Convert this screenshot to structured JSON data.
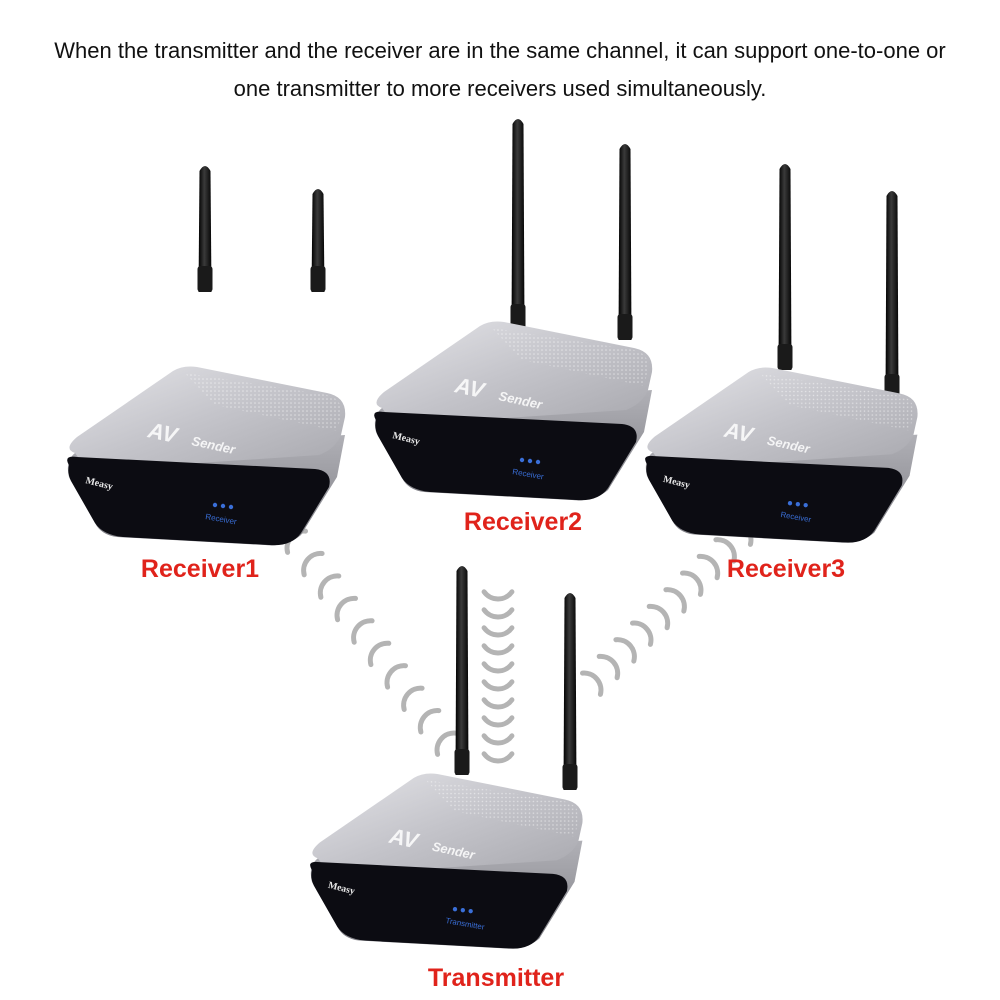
{
  "caption": {
    "line1": "When the transmitter and the receiver are in the same channel, it can support one-to-one or",
    "line2": "one transmitter to more receivers used simultaneously."
  },
  "colors": {
    "label": "#e0231b",
    "wave": "#b4b4b4",
    "antenna": "#111111",
    "body_top": "#c9c9cd",
    "body_side": "#9a9aa0",
    "front_panel": "#0c0c12",
    "led": "#3a6fd8"
  },
  "devices": [
    {
      "id": "receiver1",
      "label": "Receiver1",
      "brand": "Measy",
      "model_main": "AV",
      "model_sub": "Sender",
      "role_text": "Receiver"
    },
    {
      "id": "receiver2",
      "label": "Receiver2",
      "brand": "Measy",
      "model_main": "AV",
      "model_sub": "Sender",
      "role_text": "Receiver"
    },
    {
      "id": "receiver3",
      "label": "Receiver3",
      "brand": "Measy",
      "model_main": "AV",
      "model_sub": "Sender",
      "role_text": "Receiver"
    },
    {
      "id": "transmitter",
      "label": "Transmitter",
      "brand": "Measy",
      "model_main": "AV",
      "model_sub": "Sender",
      "role_text": "Transmitter"
    }
  ],
  "icons": {
    "wave": "wifi-wave-icon",
    "antenna": "antenna-icon",
    "led": "status-led-icon"
  }
}
